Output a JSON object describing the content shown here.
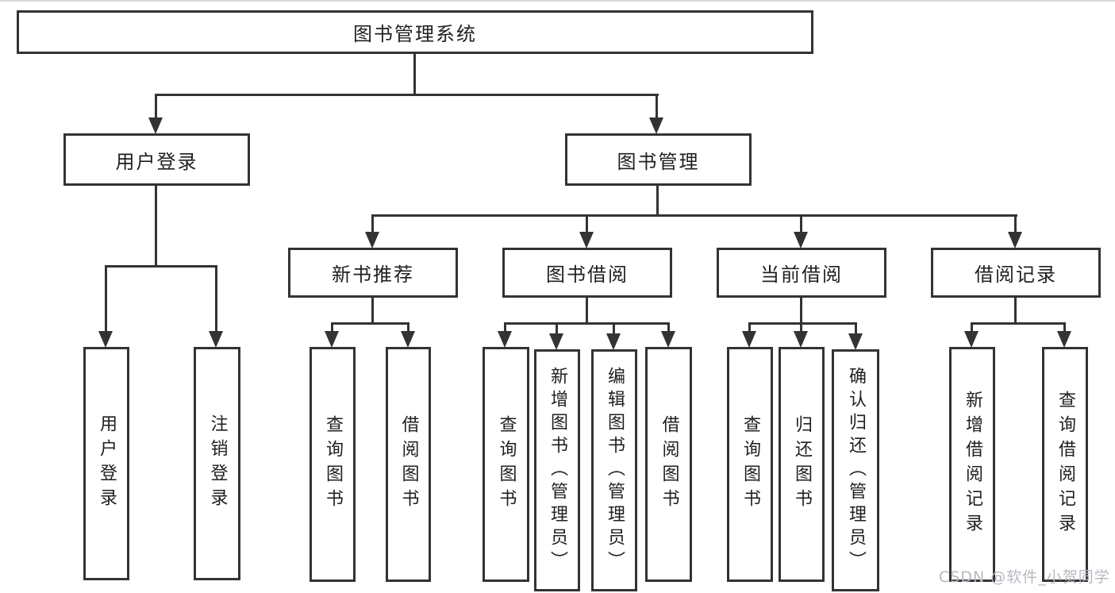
{
  "tree": {
    "root": "图书管理系统",
    "level2": [
      "用户登录",
      "图书管理"
    ],
    "level3": [
      "新书推荐",
      "图书借阅",
      "当前借阅",
      "借阅记录"
    ],
    "leaves_user": [
      "用户登录",
      "注销登录"
    ],
    "leaves_new_books": [
      "查询图书",
      "借阅图书"
    ],
    "leaves_borrow": [
      "查询图书",
      "新增图书（管理员）",
      "编辑图书（管理员）",
      "借阅图书"
    ],
    "leaves_current": [
      "查询图书",
      "归还图书",
      "确认归还（管理员）"
    ],
    "leaves_records": [
      "新增借阅记录",
      "查询借阅记录"
    ]
  },
  "watermark": "CSDN @软件_小贺同学",
  "colors": {
    "line": "#333333",
    "text": "#1f1f1f",
    "watermark": "#b5b9c0",
    "background": "#ffffff"
  }
}
